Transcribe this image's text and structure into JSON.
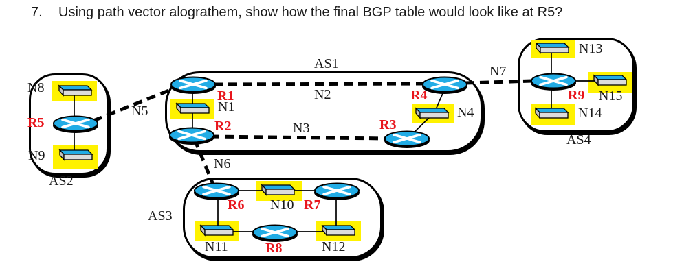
{
  "question": {
    "number": "7.",
    "text": "Using path vector alograthem, show how the final BGP table would look like at R5?"
  },
  "diagram": {
    "labels": {
      "as1": "AS1",
      "as2": "AS2",
      "as3": "AS3",
      "as4": "AS4",
      "r1": "R1",
      "r2": "R2",
      "r3": "R3",
      "r4": "R4",
      "r5": "R5",
      "r6": "R6",
      "r7": "R7",
      "r8": "R8",
      "r9": "R9",
      "n1": "N1",
      "n2": "N2",
      "n3": "N3",
      "n4": "N4",
      "n5": "N5",
      "n6": "N6",
      "n7": "N7",
      "n8": "N8",
      "n9": "N9",
      "n10": "N10",
      "n11": "N11",
      "n12": "N12",
      "n13": "N13",
      "n14": "N14",
      "n15": "N15"
    },
    "autonomous_systems": [
      {
        "label": "AS1",
        "routers": [
          "R1",
          "R2",
          "R3",
          "R4"
        ],
        "networks": [
          "N1",
          "N2",
          "N3",
          "N4"
        ]
      },
      {
        "label": "AS2",
        "routers": [
          "R5"
        ],
        "networks": [
          "N8",
          "N9"
        ]
      },
      {
        "label": "AS3",
        "routers": [
          "R6",
          "R7",
          "R8"
        ],
        "networks": [
          "N10",
          "N11",
          "N12"
        ]
      },
      {
        "label": "AS4",
        "routers": [
          "R9"
        ],
        "networks": [
          "N13",
          "N14",
          "N15"
        ]
      }
    ],
    "inter_as_links": [
      {
        "label": "N5",
        "between": [
          "R5",
          "R1"
        ]
      },
      {
        "label": "N6",
        "between": [
          "R2",
          "R6"
        ]
      },
      {
        "label": "N7",
        "between": [
          "R4",
          "R9"
        ]
      }
    ],
    "intra_as_links": [
      {
        "label": "N1",
        "between": [
          "R1",
          "R2"
        ]
      },
      {
        "label": "N2",
        "between": [
          "R1",
          "R4"
        ]
      },
      {
        "label": "N3",
        "between": [
          "R2",
          "R3"
        ]
      },
      {
        "label": "N4",
        "between": [
          "R4",
          "R3"
        ]
      },
      {
        "label": "N10",
        "between": [
          "R6",
          "R7"
        ]
      },
      {
        "label": "N11",
        "between": [
          "R6",
          "R8"
        ]
      },
      {
        "label": "N12",
        "between": [
          "R7",
          "R8"
        ]
      },
      {
        "label": "N13",
        "between": [
          "R9"
        ]
      },
      {
        "label": "N14",
        "between": [
          "R9"
        ]
      },
      {
        "label": "N15",
        "between": [
          "R9"
        ]
      },
      {
        "label": "N8",
        "between": [
          "R5"
        ]
      },
      {
        "label": "N9",
        "between": [
          "R5"
        ]
      }
    ],
    "colors": {
      "router_fill": "#22ACE5",
      "network_highlight": "#FFF200",
      "router_label": "#E8151C",
      "line": "#000000",
      "background": "#FFFFFF"
    }
  }
}
